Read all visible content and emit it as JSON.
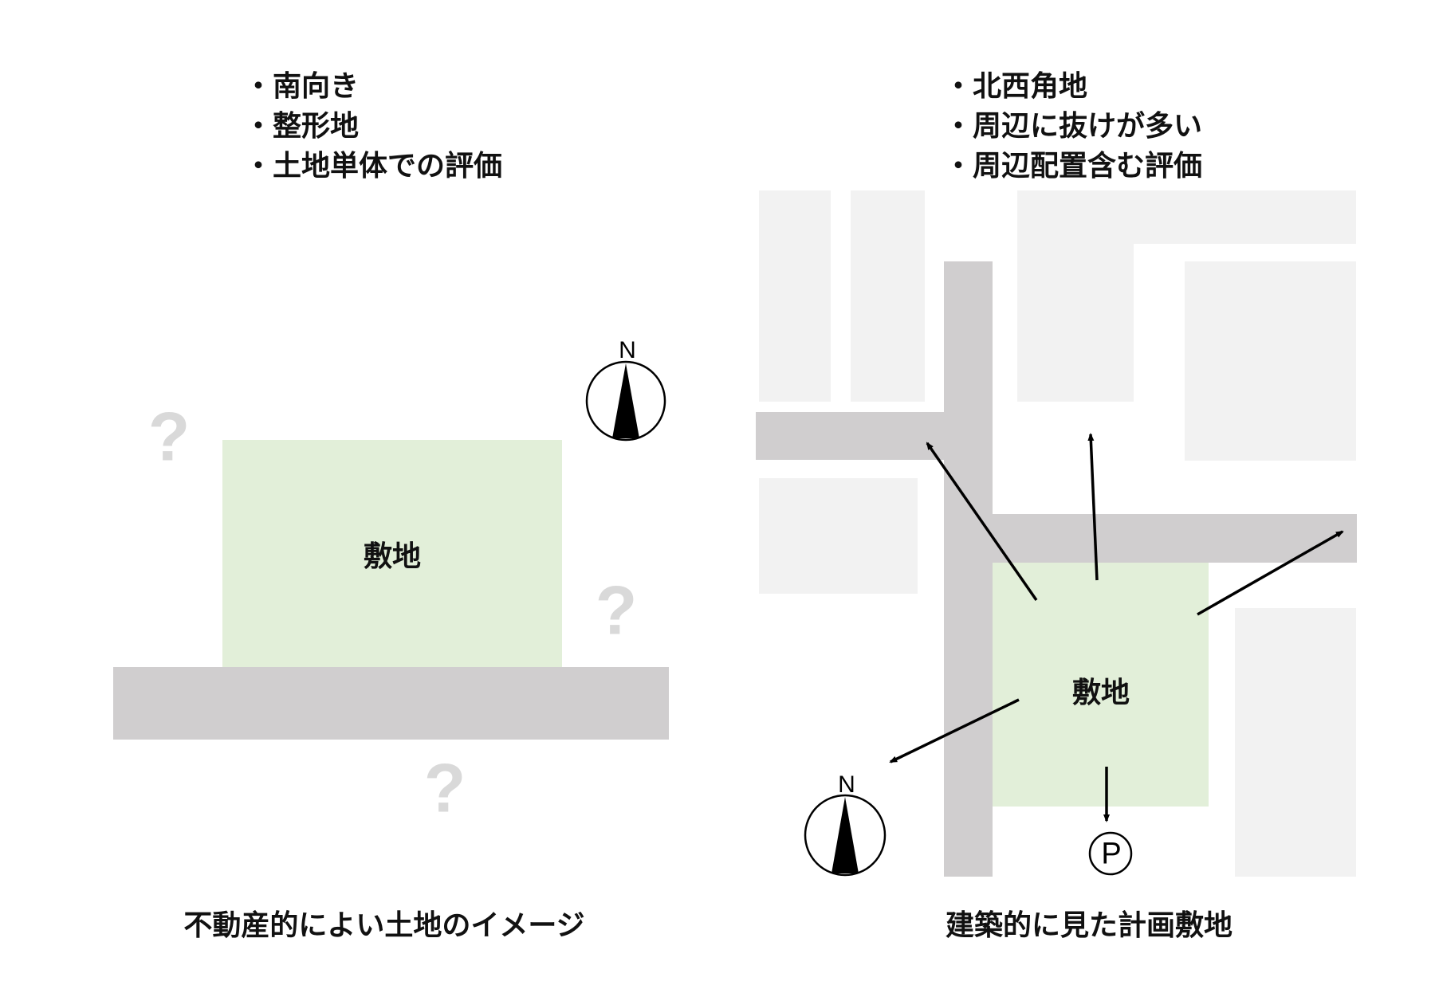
{
  "left_panel": {
    "bullets": [
      "・南向き",
      "・整形地",
      "・土地単体での評価"
    ],
    "site_label": "敷地",
    "unknown_marks": [
      "?",
      "?",
      "?"
    ],
    "compass_label": "N",
    "caption": "不動産的によい土地のイメージ"
  },
  "right_panel": {
    "bullets": [
      "・北西角地",
      "・周辺に抜けが多い",
      "・周辺配置含む評価"
    ],
    "site_label": "敷地",
    "parking_label": "P",
    "compass_label": "N",
    "caption": "建築的に見た計画敷地"
  },
  "colors": {
    "site": "#e2efd9",
    "road": "#d0cecf",
    "building": "#f2f2f2",
    "unknown": "#d9d9d9"
  }
}
